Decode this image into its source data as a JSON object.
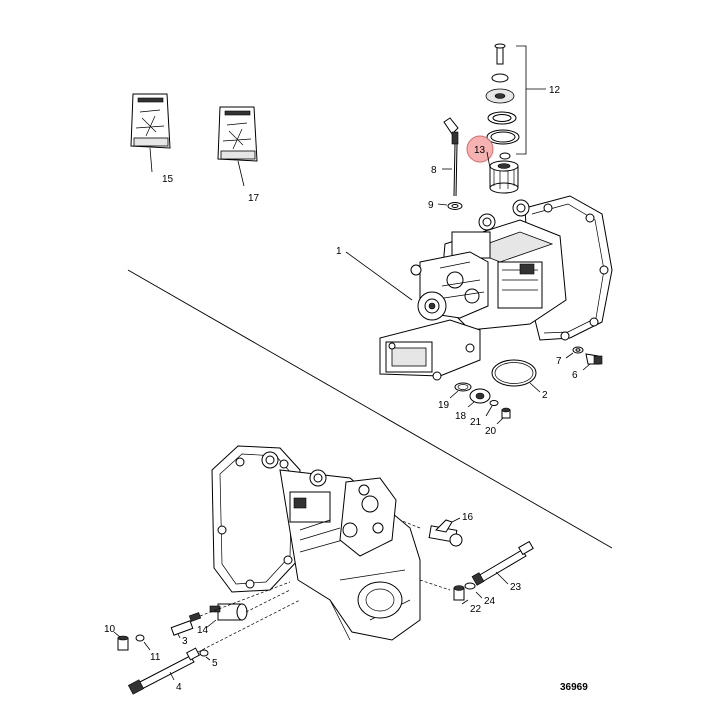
{
  "figure_number": "36969",
  "highlighted_callout": "13",
  "colors": {
    "highlight": "#f4a3a3",
    "line": "#000000",
    "background": "#ffffff"
  },
  "callouts": {
    "c1": "1",
    "c2": "2",
    "c3": "3",
    "c4": "4",
    "c5": "5",
    "c6": "6",
    "c7": "7",
    "c8": "8",
    "c9": "9",
    "c10": "10",
    "c11": "11",
    "c12": "12",
    "c13": "13",
    "c14": "14",
    "c15": "15",
    "c16": "16",
    "c17": "17",
    "c18": "18",
    "c19": "19",
    "c20": "20",
    "c21": "21",
    "c22": "22",
    "c23": "23",
    "c24": "24"
  }
}
